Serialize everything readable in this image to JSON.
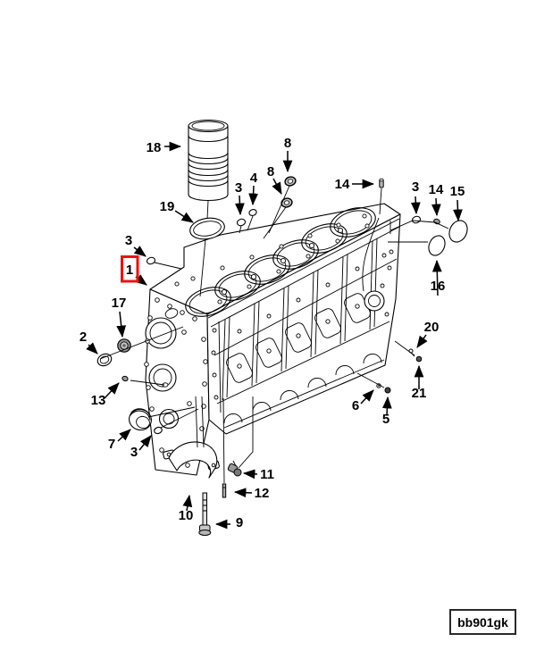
{
  "figure": {
    "code": "bb901gk",
    "highlight_color": "#ee1111",
    "background_color": "#ffffff",
    "line_color": "#000000",
    "type": "exploded-parts-diagram",
    "subject": "engine cylinder block assembly"
  },
  "callouts": [
    {
      "label": "18"
    },
    {
      "label": "19"
    },
    {
      "label": "8"
    },
    {
      "label": "8"
    },
    {
      "label": "4"
    },
    {
      "label": "3"
    },
    {
      "label": "14"
    },
    {
      "label": "3"
    },
    {
      "label": "14"
    },
    {
      "label": "15"
    },
    {
      "label": "16"
    },
    {
      "label": "3"
    },
    {
      "label": "1",
      "highlighted": true
    },
    {
      "label": "17"
    },
    {
      "label": "2"
    },
    {
      "label": "13"
    },
    {
      "label": "7"
    },
    {
      "label": "3"
    },
    {
      "label": "6"
    },
    {
      "label": "5"
    },
    {
      "label": "20"
    },
    {
      "label": "21"
    },
    {
      "label": "10"
    },
    {
      "label": "9"
    },
    {
      "label": "11"
    },
    {
      "label": "12"
    }
  ]
}
